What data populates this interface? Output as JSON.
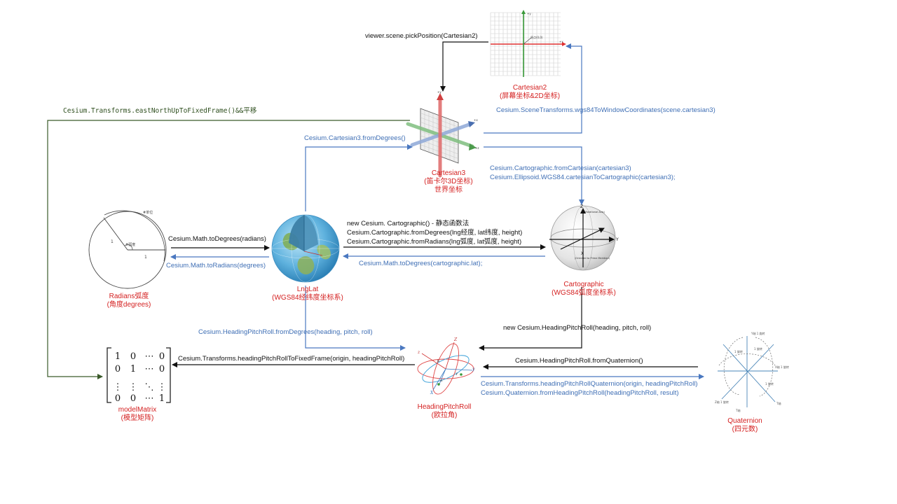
{
  "colors": {
    "black_arrow": "#111111",
    "blue_arrow": "#4a78c0",
    "green_arrow": "#3a5a2a",
    "node_label": "#d42020"
  },
  "nodes": {
    "cartesian2": {
      "name": "Cartesian2",
      "sub": "(屏幕坐标&2D坐标)",
      "icon": "cartesian-2d-grid-icon"
    },
    "cartesian3": {
      "name": "Cartesian3",
      "sub": "(笛卡尔3D坐标)",
      "sub2": "世界坐标",
      "icon": "cartesian-3d-axes-icon"
    },
    "radians": {
      "name": "Radians弧度",
      "sub": "(角度degrees)",
      "icon": "radian-circle-icon",
      "figure": {
        "unit_label": "#单位",
        "radian_label": "#弧度",
        "r1": "1",
        "r2": "1"
      }
    },
    "lnglat": {
      "name": "LngLat",
      "sub": "(WGS84经纬度坐标系)",
      "icon": "globe-icon"
    },
    "cartographic": {
      "name": "Cartographic",
      "sub": "(WGS84弧度坐标系)",
      "icon": "ellipsoid-axes-icon",
      "figure": {
        "z": "Z",
        "y": "Y",
        "x": "X",
        "z_note": "(Rotational Axis)",
        "x_note": "(Oriented to Prime Meridian)"
      }
    },
    "modelmatrix": {
      "name": "modelMatrix",
      "sub": "(模型矩阵)",
      "icon": "matrix-icon",
      "cells": [
        "1",
        "0",
        "⋯",
        "0",
        "0",
        "1",
        "⋯",
        "0",
        "⋮",
        "⋮",
        "⋱",
        "⋮",
        "0",
        "0",
        "⋯",
        "1"
      ]
    },
    "hpr": {
      "name": "HeadingPitchRoll",
      "sub": "(欧拉角)",
      "icon": "euler-angles-icon"
    },
    "quaternion": {
      "name": "Quaternion",
      "sub": "(四元数)",
      "icon": "quaternion-axes-icon"
    }
  },
  "edges": {
    "pickPosition": "viewer.scene.pickPosition(Cartesian2)",
    "enuFrame": "Cesium.Transforms.eastNorthUpToFixedFrame()&&平移",
    "wgs84ToWindow": "Cesium.SceneTransforms.wgs84ToWindowCoordinates(scene.cartesian3)",
    "fromDegrees": "Cesium.Cartesian3.fromDegrees()",
    "fromCartesian": "Cesium.Cartographic.fromCartesian(cartesian3)",
    "ellipsoidToCarto": "Cesium.Ellipsoid.WGS84.cartesianToCartographic(cartesian3);",
    "newCarto": "new Cesium. Cartographic() - 静态函数法",
    "cartoFromDegrees": "Cesium.Cartographic.fromDegrees(lng经度, lat纬度, height)",
    "cartoFromRadians": "Cesium.Cartographic.fromRadians(lng弧度, lat弧度, height)",
    "mathToDegreesCarto": "Cesium.Math.toDegrees(cartographic.lat);",
    "mathToDegrees": "Cesium.Math.toDegrees(radians)",
    "mathToRadians": "Cesium.Math.toRadians(degrees)",
    "hprFromDegrees": "Cesium.HeadingPitchRoll.fromDegrees(heading, pitch, roll)",
    "newHpr": "new Cesium.HeadingPitchRoll(heading, pitch, roll)",
    "hprToFixedFrame": "Cesium.Transforms.headingPitchRollToFixedFrame(origin, headingPitchRoll)",
    "hprFromQuaternion": "Cesium.HeadingPitchRoll.fromQuaternion()",
    "hprQuaternion": "Cesium.Transforms.headingPitchRollQuaternion(origin, headingPitchRoll)",
    "quatFromHpr": "Cesium.Quaternion.fromHeadingPitchRoll(headingPitchRoll, result)"
  }
}
